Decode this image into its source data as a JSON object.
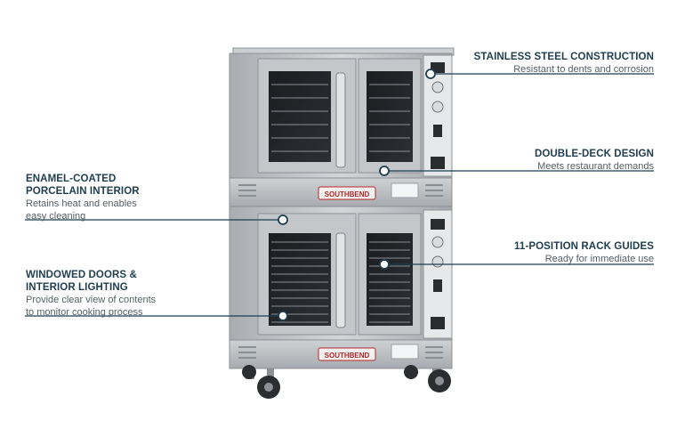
{
  "features": [
    {
      "title": "STAINLESS STEEL CONSTRUCTION",
      "desc": "Resistant to dents and corrosion"
    },
    {
      "title": "DOUBLE-DECK DESIGN",
      "desc": "Meets restaurant demands"
    },
    {
      "title": "ENAMEL-COATED\nPORCELAIN INTERIOR",
      "desc": "Retains heat and enables\neasy cleaning"
    },
    {
      "title": "11-POSITION RACK GUIDES",
      "desc": "Ready for immediate use"
    },
    {
      "title": "WINDOWED DOORS &\nINTERIOR LIGHTING",
      "desc": "Provide clear view of contents\nto monitor cooking process"
    }
  ],
  "brand": {
    "name": "SOUTHBEND"
  },
  "colors": {
    "title": "#1f3d4f",
    "desc": "#555f66",
    "leader": "#1f3d4f",
    "steel": "#b9bcbf",
    "brand_red": "#b6262b"
  }
}
